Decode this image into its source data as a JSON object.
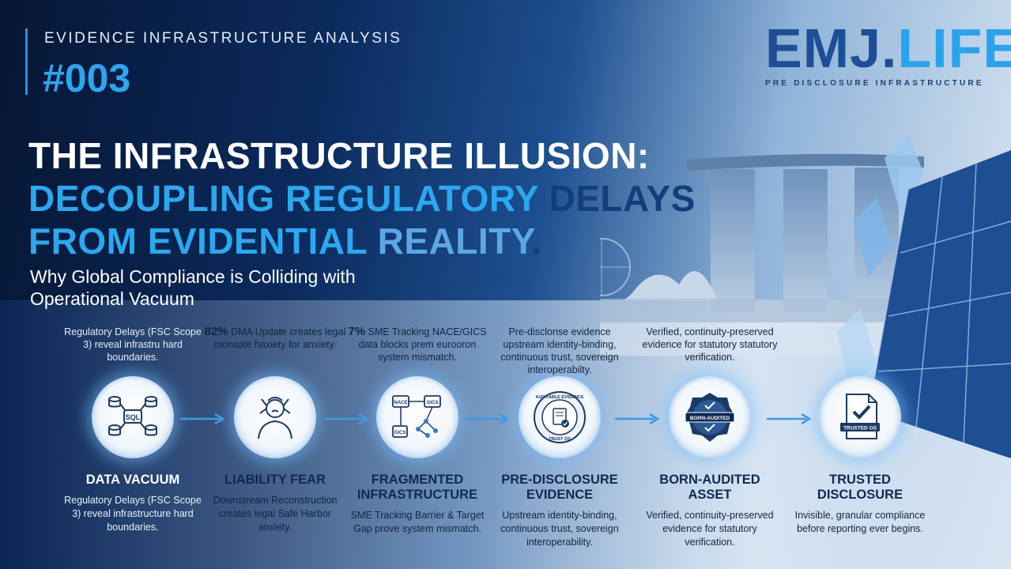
{
  "header": {
    "kicker": "EVIDENCE INFRASTRUCTURE ANALYSIS",
    "issue": "#003"
  },
  "logo": {
    "main_a": "EMJ.",
    "main_b": "LIFE",
    "tagline": "PRE DISCLOSURE INFRASTRUCTURE"
  },
  "title": {
    "line1": "THE INFRASTRUCTURE ILLUSION:",
    "line2_a": "DECOUPLING REGULATORY ",
    "line2_b": "DELAYS",
    "line3_a": "FROM EVIDENTIAL ",
    "line3_b": "REALITY",
    "line3_c": "."
  },
  "subtitle": "Why Global Compliance is Colliding with Operational Vacuum",
  "stages": [
    {
      "icon": "database-sql-icon",
      "top_note": "Regulatory Delays (FSC Scope 3) reveal infrastru hard boundaries.",
      "title": "DATA VACUUM",
      "description": "Regulatory Delays (FSC Scope 3) reveal infrastructure hard boundaries."
    },
    {
      "icon": "stressed-person-icon",
      "top_note_stat": "82%",
      "top_note": " DMA Update creates legal monsate haxiety for anxiety.",
      "title": "LIABILITY FEAR",
      "description": "Downstream Reconstruction creates legal Safe Harbor anxiety."
    },
    {
      "icon": "fragmented-network-icon",
      "top_note_stat": "7%",
      "top_note": " SME Tracking NACE/GICS data blocks prem eurooron system mismatch.",
      "labels": [
        "NACE",
        "GICS",
        "GICS"
      ],
      "title": "FRAGMENTED INFRASTRUCTURE",
      "description": "SME Tracking Barrier & Target Gap prove system mismatch."
    },
    {
      "icon": "evidence-seal-icon",
      "top_note": "Pre-disclonse evidence upstream identity-binding, continuous trust, sovereign interoperabilty.",
      "seal_top": "AUDITABLE EVIDENCE",
      "seal_bottom": "TRUST OS",
      "title": "PRE-DISCLOSURE EVIDENCE",
      "description": "Upstream identity-binding, continuous trust, sovereign interoperability."
    },
    {
      "icon": "born-audited-badge-icon",
      "top_note": "Verified, continuity-preserved evidence for statutory statutory verification.",
      "badge_label": "BORN-AUDITED",
      "title": "BORN-AUDITED ASSET",
      "description": "Verified, continuity-preserved evidence for statutory verification."
    },
    {
      "icon": "trusted-document-icon",
      "top_note": "",
      "badge_label": "TRUSTED OS",
      "title": "TRUSTED DISCLOSURE",
      "description": "Invisible, granular compliance before reporting ever begins."
    }
  ],
  "colors": {
    "accent": "#2aa8f0",
    "navy": "#123e7a",
    "background_dark": "#061633"
  }
}
